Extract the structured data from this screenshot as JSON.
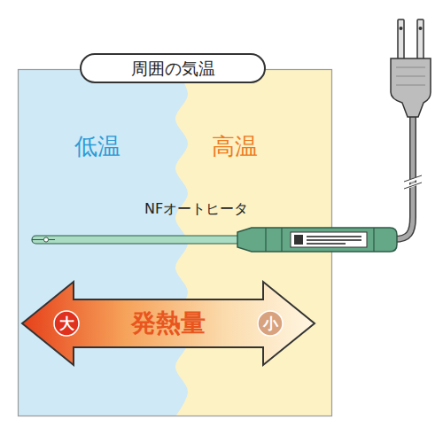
{
  "diagram": {
    "nodes": [
      {
        "text": [
          "周囲の気温"
        ]
      },
      {
        "text": [
          "低温"
        ],
        "in": 0
      },
      {
        "text": [
          "高温"
        ],
        "in": 0
      },
      {
        "text": [
          "発熱量"
        ],
        "in": 0
      },
      {
        "text": [
          "大"
        ],
        "in": 3
      },
      {
        "text": [
          "小"
        ],
        "in": 3
      }
    ],
    "labels": [
      "NFオートヒータ"
    ]
  }
}
